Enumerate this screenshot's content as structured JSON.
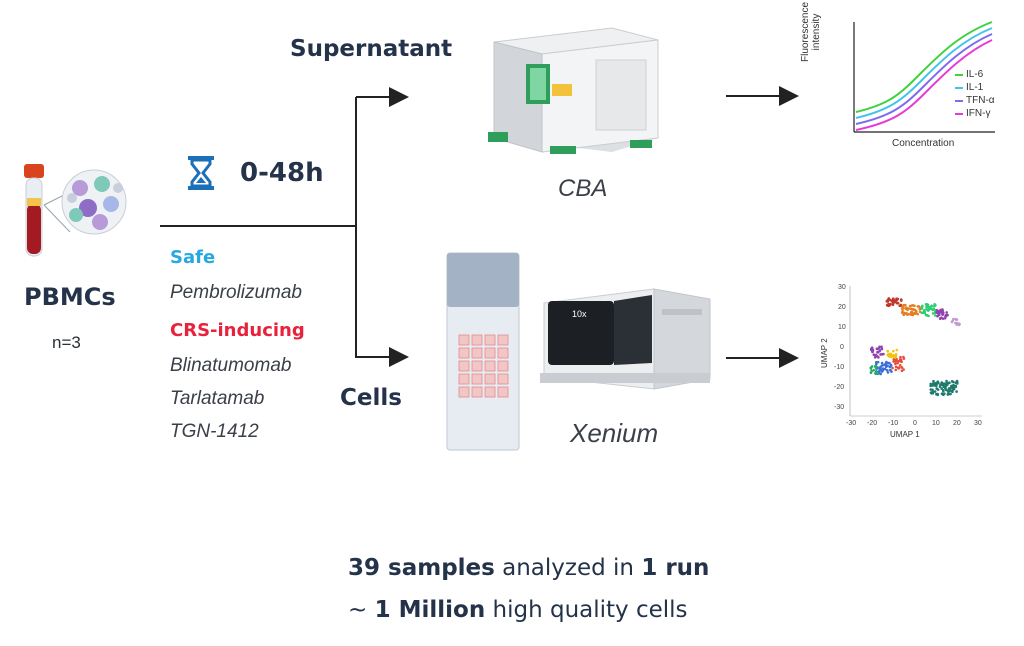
{
  "left": {
    "sample_label": "PBMCs",
    "n_label": "n=3"
  },
  "timing": {
    "label": "0-48h"
  },
  "conditions": {
    "safe_label": "Safe",
    "safe_drugs": [
      "Pembrolizumab"
    ],
    "crs_label": "CRS-inducing",
    "crs_drugs": [
      "Blinatumomab",
      "Tarlatamab",
      "TGN-1412"
    ]
  },
  "branches": {
    "top_label": "Supernatant",
    "bottom_label": "Cells",
    "top_instrument": "CBA",
    "bottom_instrument": "Xenium",
    "xenium_logo": "10x"
  },
  "cba_plot": {
    "xlabel": "Concentration",
    "ylabel_line1": "Fluorescence",
    "ylabel_line2": "intensity",
    "legend": [
      {
        "name": "IL-6",
        "color": "#3fd23f"
      },
      {
        "name": "IL-1",
        "color": "#45c4e8"
      },
      {
        "name": "TFN-α",
        "color": "#7b6cf0"
      },
      {
        "name": "IFN-γ",
        "color": "#e83ad8"
      }
    ]
  },
  "umap_plot": {
    "xlabel": "UMAP 1",
    "ylabel": "UMAP 2",
    "xticks": [
      "-30",
      "-20",
      "-10",
      "0",
      "10",
      "20",
      "30"
    ],
    "yticks": [
      "30",
      "20",
      "10",
      "0",
      "-10",
      "-20",
      "-30"
    ]
  },
  "summary": {
    "line1_bold1": "39 samples",
    "line1_mid": " analyzed in ",
    "line1_bold2": "1 run",
    "line2_prefix": "~ ",
    "line2_bold": "1 Million",
    "line2_rest": " high quality cells"
  },
  "colors": {
    "safe": "#29a8e0",
    "crs": "#e8223d",
    "title": "#24324a"
  }
}
